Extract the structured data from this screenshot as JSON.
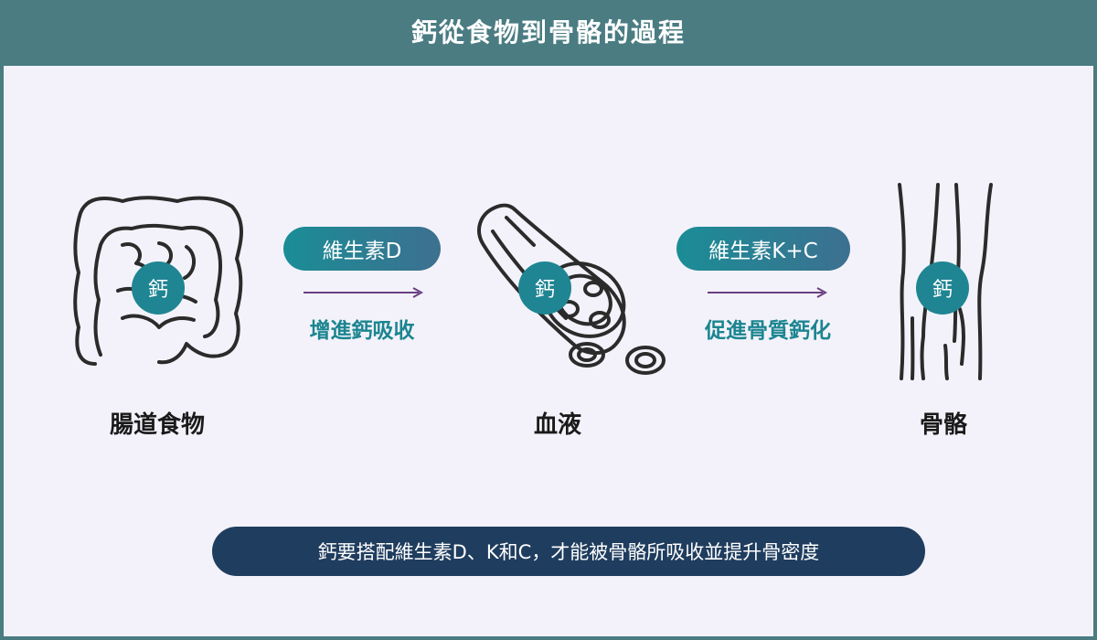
{
  "title": "鈣從食物到骨骼的過程",
  "stages": [
    {
      "badge": "鈣",
      "label": "腸道食物",
      "icon": "intestine-icon"
    },
    {
      "badge": "鈣",
      "label": "血液",
      "icon": "blood-cells-icon"
    },
    {
      "badge": "鈣",
      "label": "骨骼",
      "icon": "bone-icon"
    }
  ],
  "transitions": [
    {
      "pill": "維生素D",
      "caption": "增進鈣吸收"
    },
    {
      "pill": "維生素K+C",
      "caption": "促進骨質鈣化"
    }
  ],
  "footer": "鈣要搭配維生素D、K和C，才能被骨骼所吸收並提升骨密度",
  "colors": {
    "header": "#4a7c82",
    "panel": "#f3f2fa",
    "badge": "#1f8593",
    "caption": "#1b8590",
    "arrow": "#6a3f80",
    "footer": "#1f3d5e"
  }
}
